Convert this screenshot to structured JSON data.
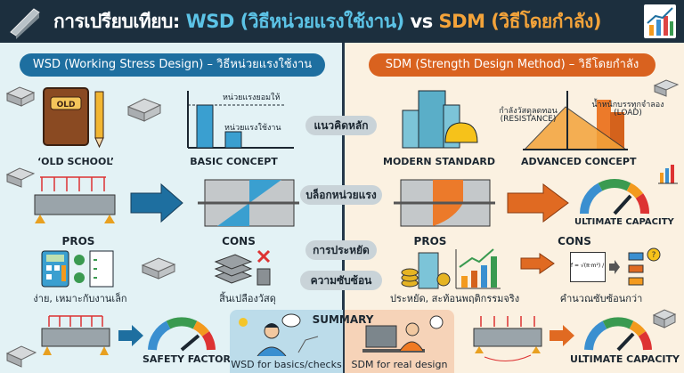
{
  "header": {
    "title_prefix": "การเปรียบเทียบ:",
    "title_wsd": "WSD (วิธีหน่วยแรงใช้งาน)",
    "title_vs": "vs",
    "title_sdm": "SDM (วิธีโดยกำลัง)"
  },
  "left": {
    "heading": "WSD (Working Stress Design) – วิธีหน่วยแรงใช้งาน",
    "old_school": "‘OLD SCHOOL’",
    "basic_concept": "BASIC CONCEPT",
    "allowable_stress": "หน่วยแรงยอมให้",
    "working_stress": "หน่วยแรงใช้งาน",
    "pros": "PROS",
    "pros_caption": "ง่าย, เหมาะกับงานเล็ก",
    "cons": "CONS",
    "cons_caption": "สิ้นเปลืองวัสดุ",
    "safety_factor": "SAFETY FACTOR",
    "book_label": "OLD"
  },
  "right": {
    "heading": "SDM (Strength Design Method) – วิธีโดยกำลัง",
    "modern_standard": "MODERN STANDARD",
    "advanced_concept": "ADVANCED CONCEPT",
    "resistance_th": "กำลังวัสดุลดทอน",
    "resistance_en": "(RESISTANCE)",
    "load_th": "น้ำหนักบรรทุกจำลอง",
    "load_en": "(LOAD)",
    "ultimate_capacity": "ULTIMATE CAPACITY",
    "pros": "PROS",
    "pros_caption": "ประหยัด, สะท้อนพฤติกรรมจริง",
    "cons": "CONS",
    "cons_caption": "คำนวณซับซ้อนกว่า",
    "formula": "f = √(π·m²) / m²",
    "ultimate_capacity_2": "ULTIMATE CAPACITY"
  },
  "center": {
    "main_concept": "แนวคิดหลัก",
    "stress_block": "บล็อกหน่วยแรง",
    "economy": "การประหยัด",
    "complexity": "ความซับซ้อน"
  },
  "summary": {
    "title": "SUMMARY",
    "wsd": "WSD for basics/checks",
    "sdm": "SDM for real design"
  },
  "colors": {
    "header": "#1c2f3e",
    "wsd": "#1e6fa0",
    "sdm": "#d9621f",
    "left_bg": "#e3f2f5",
    "right_bg": "#fbf1e1"
  }
}
